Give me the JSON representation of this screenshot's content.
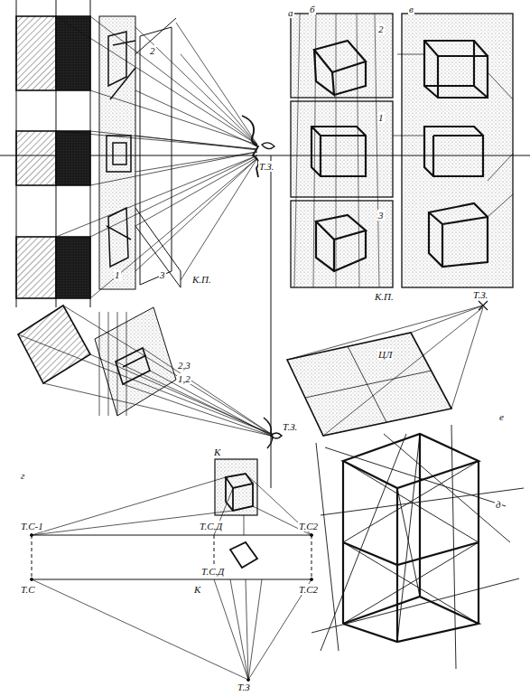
{
  "diagram": {
    "labels": [
      "а",
      "2",
      "1",
      "3",
      "К.П.",
      "Т.З.",
      "б",
      "2",
      "1",
      "3",
      "К.П.",
      "в",
      "2,3",
      "1,2",
      "Т.З.",
      "е",
      "Т.З.",
      "ЦЛ",
      "г",
      "К",
      "Т.С-1",
      "Т.С.Д",
      "Т.С2",
      "Т.С",
      "Т.С.Д",
      "К",
      "Т.С2",
      "Т.З",
      "д"
    ]
  }
}
